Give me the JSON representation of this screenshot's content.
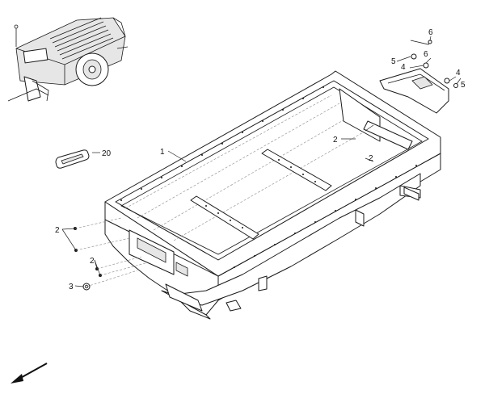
{
  "callouts": [
    {
      "id": "c1",
      "label": "1"
    },
    {
      "id": "c2a",
      "label": "2"
    },
    {
      "id": "c2b",
      "label": "2"
    },
    {
      "id": "c2c",
      "label": "2"
    },
    {
      "id": "c2d",
      "label": "2"
    },
    {
      "id": "c3",
      "label": "3"
    },
    {
      "id": "c4a",
      "label": "4"
    },
    {
      "id": "c4b",
      "label": "4"
    },
    {
      "id": "c5a",
      "label": "5"
    },
    {
      "id": "c5b",
      "label": "5"
    },
    {
      "id": "c6a",
      "label": "6"
    },
    {
      "id": "c6b",
      "label": "6"
    },
    {
      "id": "c20",
      "label": "20"
    }
  ],
  "icons": {
    "direction_arrow": "arrow-down-left-icon"
  }
}
